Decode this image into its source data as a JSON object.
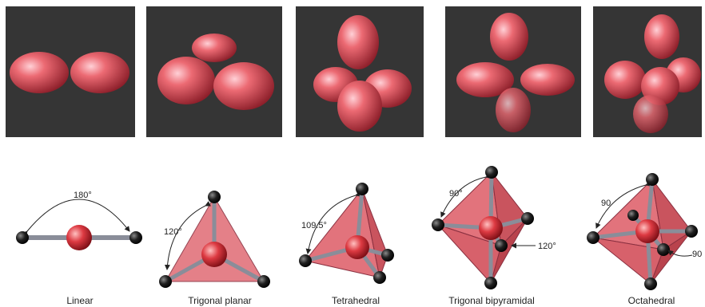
{
  "geometries": [
    {
      "name": "Linear",
      "angle_labels": [
        "180°"
      ]
    },
    {
      "name": "Trigonal planar",
      "angle_labels": [
        "120°"
      ]
    },
    {
      "name": "Tetrahedral",
      "angle_labels": [
        "109.5°"
      ]
    },
    {
      "name": "Trigonal bipyramidal",
      "angle_labels": [
        "90°",
        "120°"
      ]
    },
    {
      "name": "Octahedral",
      "angle_labels": [
        "90",
        "90"
      ]
    }
  ],
  "colors": {
    "panel_background": "#353535",
    "balloon": "#e0505a",
    "atom_center": "#d8353d",
    "atom_outer": "#161616",
    "polyhedron_face": "#e2737c",
    "bond": "#8a8d99"
  }
}
